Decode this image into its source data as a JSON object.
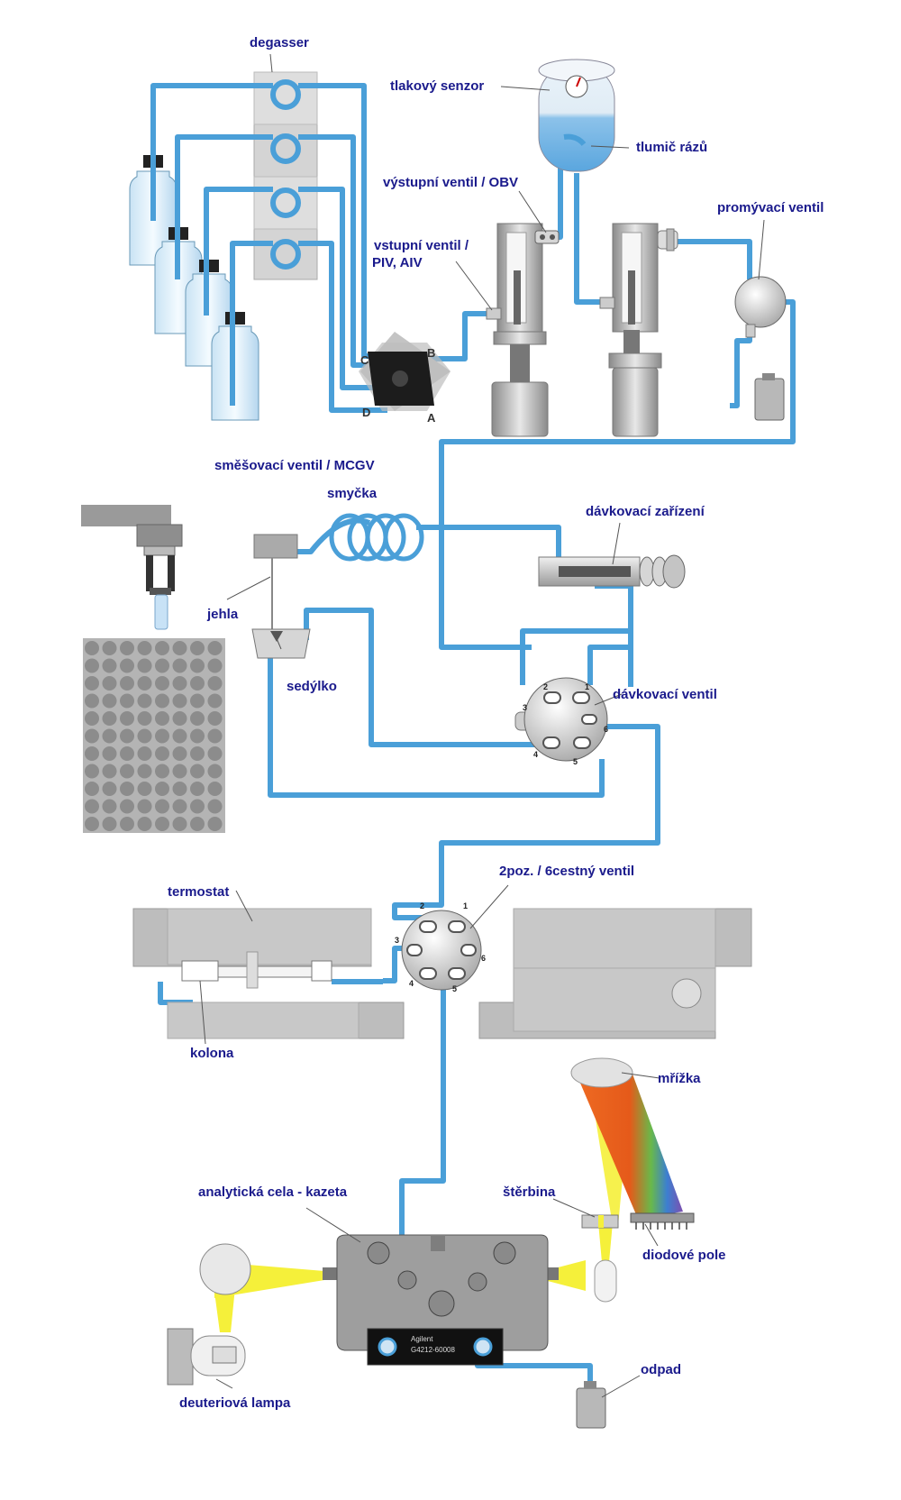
{
  "labels": {
    "degasser": "degasser",
    "pressure_sensor": "tlakový senzor",
    "damper": "tlumič rázů",
    "outlet_valve": "výstupní ventil / OBV",
    "purge_valve": "promývací ventil",
    "inlet_valve_line1": "vstupní ventil /",
    "inlet_valve_line2": "PIV, AIV",
    "mixing_valve": "směšovací ventil / MCGV",
    "loop": "smyčka",
    "metering_device": "dávkovací zařízení",
    "needle": "jehla",
    "seat": "sedýlko",
    "injection_valve": "dávkovací ventil",
    "column_switch": "2poz. / 6cestný ventil",
    "thermostat": "termostat",
    "column": "kolona",
    "grating": "mřížka",
    "cell": "analytická cela - kazeta",
    "slit": "štěrbina",
    "diode_array": "diodové pole",
    "waste": "odpad",
    "lamp": "deuteriová lampa"
  },
  "mcgv_ports": [
    "A",
    "B",
    "C",
    "D"
  ],
  "valve_ports": [
    "1",
    "2",
    "3",
    "4",
    "5",
    "6"
  ],
  "cartridge": {
    "brand": "Agilent",
    "part": "G4212-60008"
  },
  "colors": {
    "tubing": "#4a9fd8",
    "label": "#1a1a8c",
    "metal": "#b8b8b8",
    "light_beam": "#f5f03a",
    "grating_orange": "#ee6a22"
  }
}
